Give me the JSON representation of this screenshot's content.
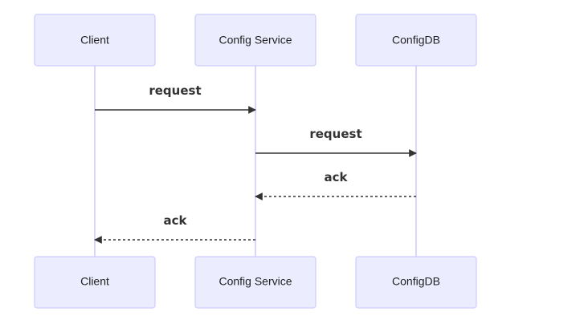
{
  "participants": [
    {
      "id": "client",
      "label": "Client"
    },
    {
      "id": "config-service",
      "label": "Config Service"
    },
    {
      "id": "configdb",
      "label": "ConfigDB"
    }
  ],
  "messages": [
    {
      "from": "client",
      "to": "config-service",
      "label": "request",
      "style": "solid"
    },
    {
      "from": "config-service",
      "to": "configdb",
      "label": "request",
      "style": "solid"
    },
    {
      "from": "configdb",
      "to": "config-service",
      "label": "ack",
      "style": "dashed"
    },
    {
      "from": "config-service",
      "to": "client",
      "label": "ack",
      "style": "dashed"
    }
  ],
  "colors": {
    "actor_fill": "#ECECFF",
    "actor_border": "#CCCCFF",
    "lifeline": "#CCCCFF",
    "message": "#333333"
  }
}
